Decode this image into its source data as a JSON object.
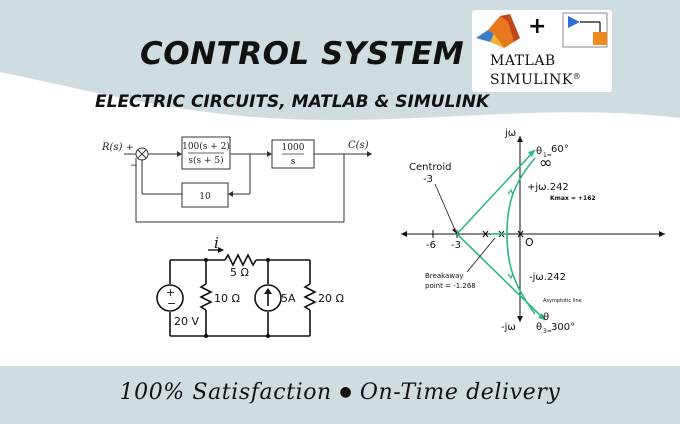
{
  "header": {
    "title": "CONTROL SYSTEM",
    "subtitle": "ELECTRIC CIRCUITS, MATLAB & SIMULINK",
    "plus": "+",
    "logo_matlab": "MATLAB",
    "logo_simulink": "SIMULINK",
    "logo_registered": "®"
  },
  "block_diagram": {
    "input": "R(s)",
    "output": "C(s)",
    "plus_sign": "+",
    "minus_sign": "−",
    "block1_num": "100(s + 2)",
    "block1_den": "s(s + 5)",
    "block2_num": "1000",
    "block2_den": "s",
    "feedback_gain": "10"
  },
  "circuit": {
    "current": "i",
    "r_series": "5 Ω",
    "r_shunt": "10 Ω",
    "voltage_source": "20 V",
    "current_source": "5A",
    "r_right": "20 Ω"
  },
  "root_locus": {
    "jw": "jω",
    "neg_jw": "-jω",
    "theta_top": "θ",
    "theta_top_sub": "1=",
    "theta_top_angle": "60°",
    "infinity": "∞",
    "centroid_label": "Centroid",
    "centroid_value": "-3",
    "pos_crossing": "+jω.242",
    "kmax": "Kmax = +162",
    "tick_neg6": "-6",
    "tick_neg3": "-3",
    "origin": "O",
    "neg_crossing": "-jω.242",
    "breakaway_label": "Breakaway",
    "breakaway_point": "point = -1.268",
    "asymptotic": "Asymptotic line",
    "theta_bottom": "θ",
    "theta_bottom2": "θ",
    "theta_bottom_sub": "3=",
    "theta_bottom_angle": "300°"
  },
  "footer": {
    "satisfaction": "100% Satisfaction",
    "bullet": "●",
    "delivery": "On-Time delivery"
  },
  "colors": {
    "accent_green": "#2fb58a",
    "band_blue": "#cfdde1",
    "simulink_blue": "#2f6fd8",
    "simulink_orange": "#f08a1c",
    "matlab_orange": "#e8761c"
  }
}
